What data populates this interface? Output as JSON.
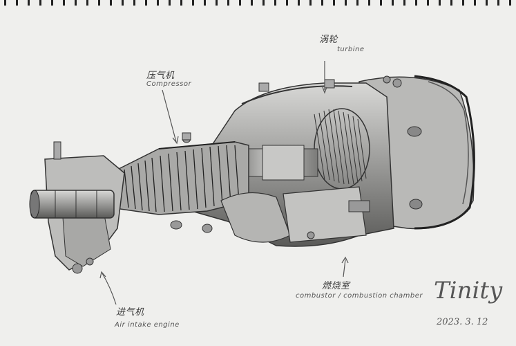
{
  "labels": {
    "turbine": {
      "cn": "涡轮",
      "en": "turbine"
    },
    "compressor": {
      "cn": "压气机",
      "en": "Compressor"
    },
    "combustor": {
      "cn": "燃烧室",
      "en": "combustor / combustion chamber"
    },
    "intake": {
      "cn": "进气机",
      "en": "Air intake engine"
    }
  },
  "signature": {
    "name": "Tinity",
    "date": "2023. 3. 12"
  }
}
